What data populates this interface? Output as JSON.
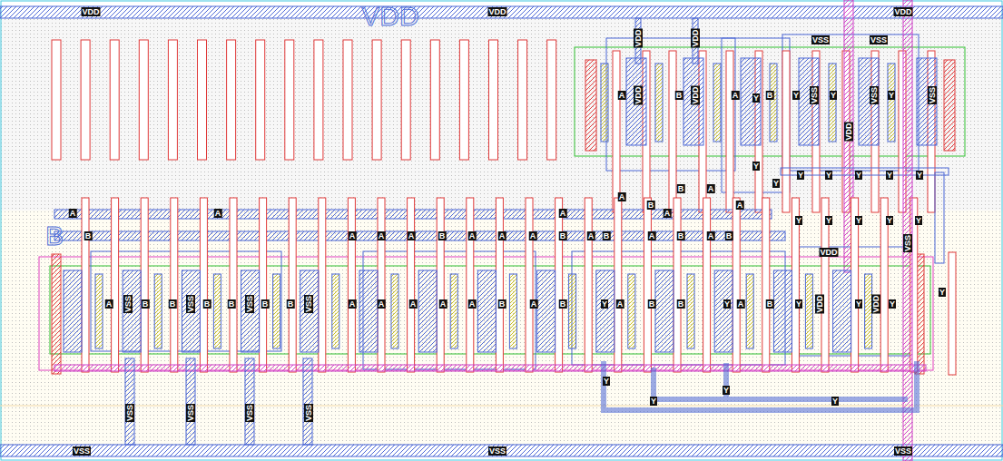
{
  "diagram": {
    "labels": [
      "VDD",
      "VDD",
      "VDD",
      "VDD",
      "VDD",
      "VDD",
      "VSS",
      "VSS",
      "A",
      "VDD",
      "B",
      "VDD",
      "A",
      "Y",
      "B",
      "Y",
      "VSS",
      "Y",
      "VSS",
      "Y",
      "VSS",
      "VDD",
      "Y",
      "Y",
      "Y",
      "Y",
      "Y",
      "Y",
      "Y",
      "A",
      "B",
      "B",
      "A",
      "A",
      "A",
      "A",
      "A",
      "A",
      "Y",
      "Y",
      "Y",
      "Y",
      "Y",
      "B",
      "B",
      "A",
      "A",
      "A",
      "B",
      "A",
      "A",
      "A",
      "B",
      "A",
      "B",
      "A",
      "B",
      "A",
      "B",
      "VDD",
      "VSS",
      "A",
      "VSS",
      "B",
      "B",
      "VSS",
      "B",
      "B",
      "VSS",
      "B",
      "B",
      "VSS",
      "A",
      "A",
      "A",
      "A",
      "A",
      "B",
      "A",
      "B",
      "Y",
      "A",
      "B",
      "B",
      "Y",
      "A",
      "B",
      "Y",
      "VDD",
      "Y",
      "VDD",
      "Y",
      "Y",
      "Y",
      "Y",
      "Y",
      "Y",
      "VSS",
      "VSS",
      "VSS",
      "VSS",
      "VSS",
      "VSS",
      "VSS"
    ]
  }
}
